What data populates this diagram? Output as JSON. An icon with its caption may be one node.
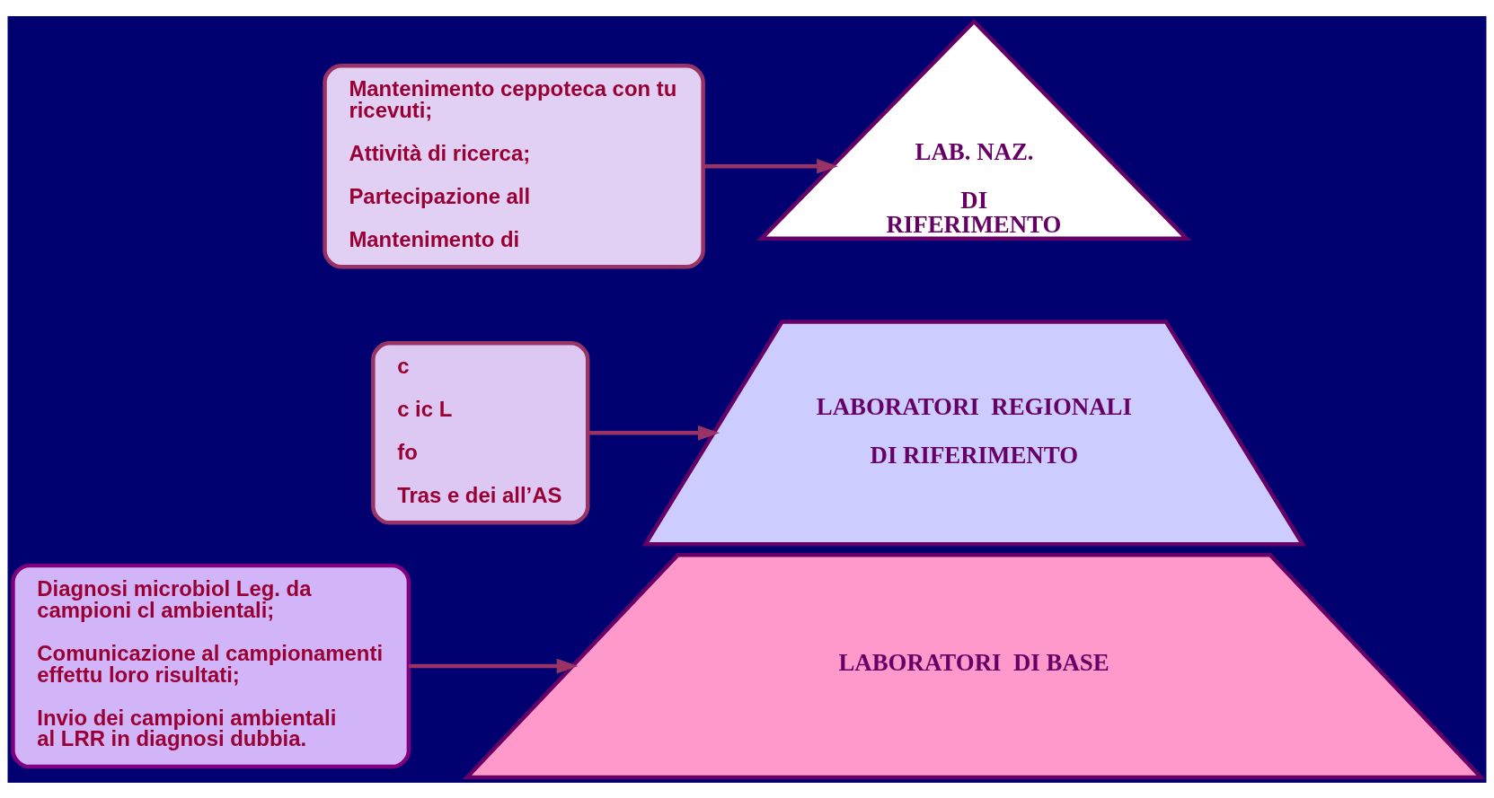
{
  "diagram": {
    "nodes": [
      {
        "text": [
          "LAB. NAZ.",
          "DI RIFERIMENTO"
        ]
      },
      {
        "text": [
          "LABORATORI  REGIONALI",
          "DI RIFERIMENTO"
        ]
      },
      {
        "text": [
          "LABORATORI  DI BASE"
        ]
      },
      {
        "text": [
          "Mantenimento ceppoteca con tu ricevuti;",
          "Attività di ricerca;",
          "Partecipazione all",
          "Mantenimento di"
        ]
      },
      {
        "text": [
          "c",
          "c ic L",
          "fo",
          "Tras e dei all’AS"
        ]
      },
      {
        "text": [
          "Diagnosi microbiol Leg. da campioni cl ambientali;",
          "Comunicazione al campionamenti effettu loro risultati;",
          "Invio dei campioni ambientali al LRR in diagnosi dubbia."
        ]
      }
    ],
    "edges": [
      {
        "from": 3,
        "to": 0,
        "arrow": "to"
      },
      {
        "from": 4,
        "to": 1,
        "arrow": "to"
      },
      {
        "from": 5,
        "to": 2,
        "arrow": "to"
      }
    ]
  }
}
